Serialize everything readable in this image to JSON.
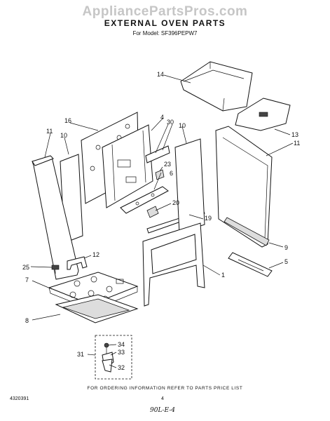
{
  "watermark": "AppliancePartsPros.com",
  "header": {
    "title": "EXTERNAL OVEN PARTS",
    "model": "For Model: SF396PEPW7"
  },
  "callouts": [
    "14",
    "4",
    "16",
    "30",
    "10",
    "13",
    "11",
    "11",
    "10",
    "23",
    "6",
    "20",
    "19",
    "12",
    "9",
    "5",
    "25",
    "7",
    "1",
    "8",
    "34",
    "33",
    "31",
    "32"
  ],
  "footer": {
    "note": "FOR ORDERING INFORMATION REFER TO PARTS PRICE LIST",
    "doc_number": "4320391",
    "page": "4",
    "signature": "90L-E-4"
  }
}
